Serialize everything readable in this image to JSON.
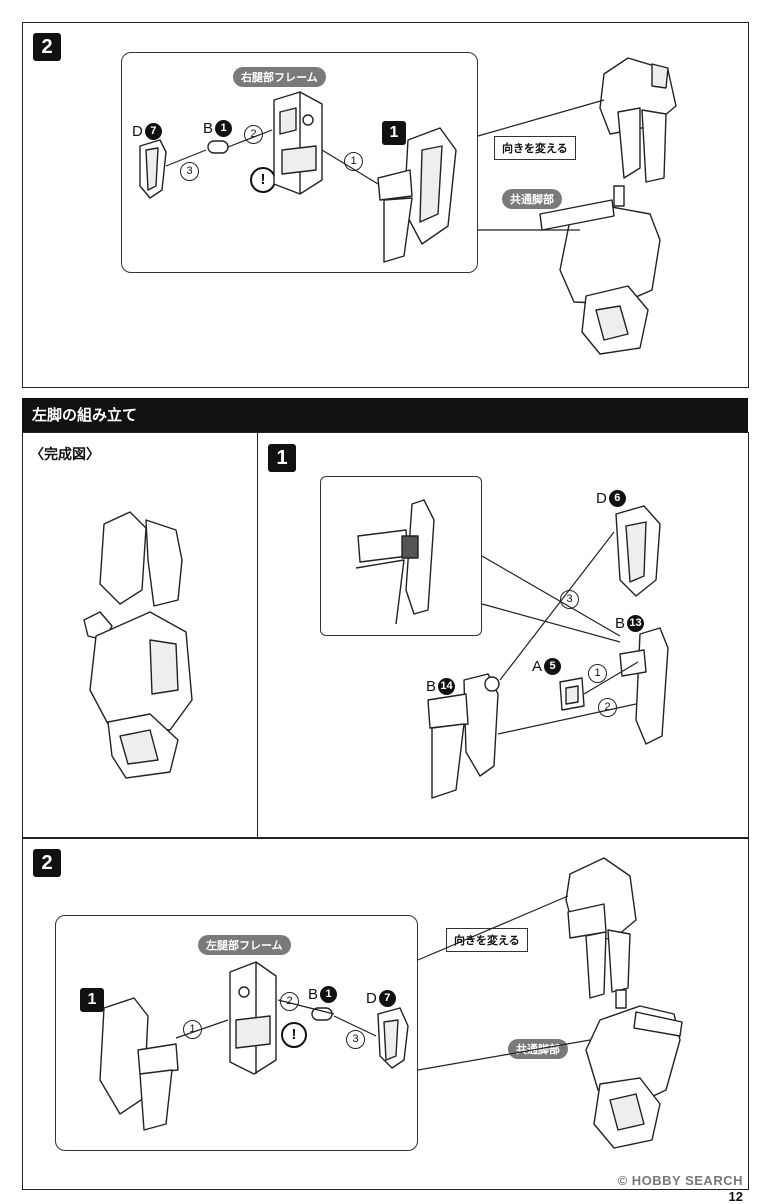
{
  "top_step": {
    "number": "2",
    "inset_title": "右腿部フレーム",
    "label_D": "D",
    "label_D_num": "7",
    "label_B": "B",
    "label_B_num": "1",
    "step1_badge": "1",
    "circle_1": "1",
    "circle_2": "2",
    "circle_3": "3",
    "warning": "!",
    "callout": "向きを変える",
    "common_label": "共通脚部"
  },
  "section": {
    "title": "左脚の組み立て"
  },
  "complete": {
    "label": "〈完成図〉"
  },
  "step1": {
    "number": "1",
    "label_D": "D",
    "label_D_num": "6",
    "label_B13": "B",
    "label_B13_num": "13",
    "label_A": "A",
    "label_A_num": "5",
    "label_B14": "B",
    "label_B14_num": "14",
    "circle_1": "1",
    "circle_2": "2",
    "circle_3": "3"
  },
  "bottom_step": {
    "number": "2",
    "inset_title": "左腿部フレーム",
    "step1_badge": "1",
    "label_B": "B",
    "label_B_num": "1",
    "label_D": "D",
    "label_D_num": "7",
    "circle_1": "1",
    "circle_2": "2",
    "circle_3": "3",
    "warning": "!",
    "callout": "向きを変える",
    "common_label": "共通脚部"
  },
  "footer": {
    "watermark": "© HOBBY SEARCH",
    "page_number": "12"
  }
}
